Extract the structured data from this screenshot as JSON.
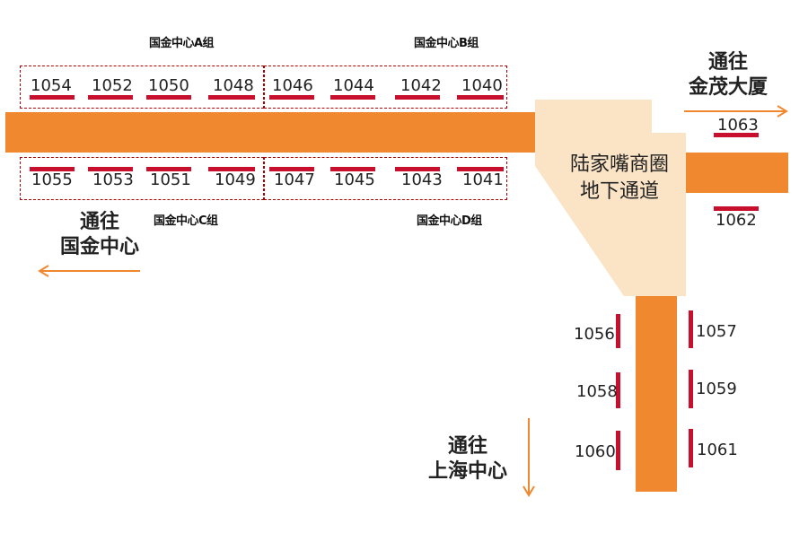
{
  "groups": {
    "a": "国金中心A组",
    "b": "国金中心B组",
    "c": "国金中心C组",
    "d": "国金中心D组"
  },
  "exits_top": [
    "1054",
    "1052",
    "1050",
    "1048",
    "1046",
    "1044",
    "1042",
    "1040"
  ],
  "exits_bottom": [
    "1055",
    "1053",
    "1051",
    "1049",
    "1047",
    "1045",
    "1043",
    "1041"
  ],
  "exits_east": {
    "upper": "1063",
    "lower": "1062"
  },
  "exits_south": {
    "left": [
      "1056",
      "1058",
      "1060"
    ],
    "right": [
      "1057",
      "1059",
      "1061"
    ]
  },
  "directions": {
    "west": {
      "line1": "通往",
      "line2": "国金中心"
    },
    "east": {
      "line1": "通往",
      "line2": "金茂大厦"
    },
    "south": {
      "line1": "通往",
      "line2": "上海中心"
    }
  },
  "hall": {
    "line1": "陆家嘴商圈",
    "line2": "地下通道"
  },
  "colors": {
    "corridor": "#F0882F",
    "hall": "#FBE3C6",
    "exit_marker": "#C8102E",
    "group_border": "#B00000",
    "arrow": "#F0882F"
  }
}
